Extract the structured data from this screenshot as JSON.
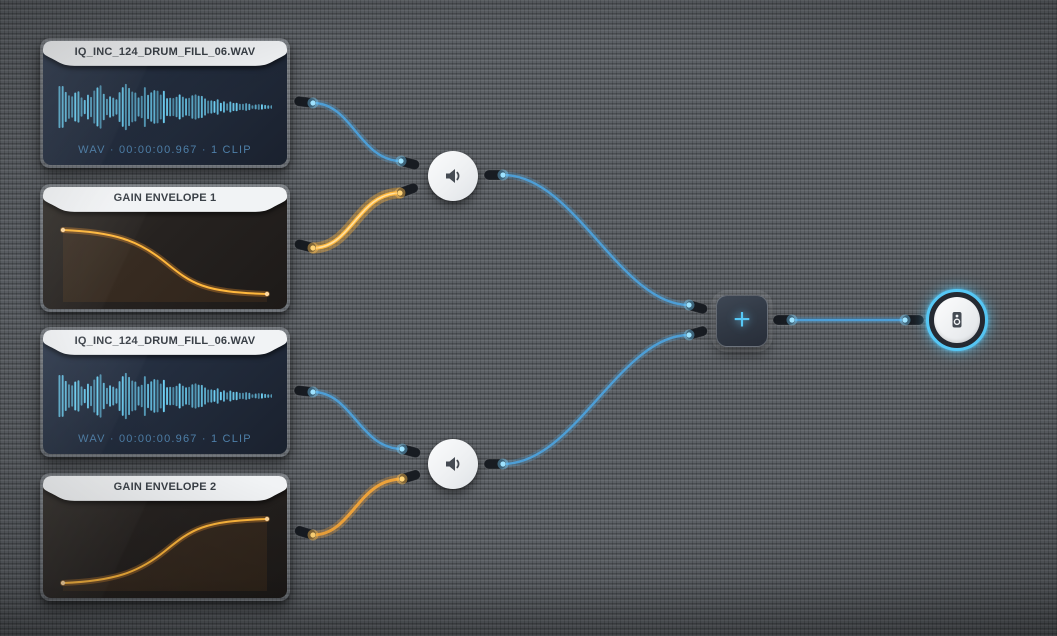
{
  "app": {
    "name": "audio-node-graph"
  },
  "nodes": {
    "wav1": {
      "title": "IQ_INC_124_DRUM_FILL_06.WAV",
      "meta": "WAV · 00:00:00.967 · 1 CLIP"
    },
    "env1": {
      "title": "GAIN ENVELOPE 1"
    },
    "wav2": {
      "title": "IQ_INC_124_DRUM_FILL_06.WAV",
      "meta": "WAV · 00:00:00.967 · 1 CLIP"
    },
    "env2": {
      "title": "GAIN ENVELOPE 2"
    },
    "gain1": {
      "icon": "speaker-volume-icon"
    },
    "gain2": {
      "icon": "speaker-volume-icon"
    },
    "mixer": {
      "label": "+"
    },
    "output": {
      "icon": "speaker-cabinet-icon"
    }
  },
  "colors": {
    "cable_blue": "#4d9ed6",
    "cable_orange": "#ffb83d",
    "port_blue": "#9fe3ff",
    "port_orange": "#ffd477",
    "waveform": "#6fd2f6",
    "accent_cyan": "#56c8f6",
    "meta_text": "#4e7fa8"
  }
}
